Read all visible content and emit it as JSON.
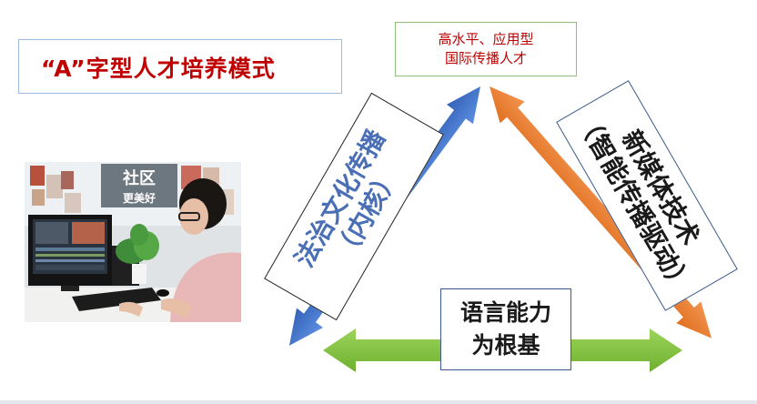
{
  "title": "“A”字型人才培养模式",
  "goal": {
    "line1": "高水平、应用型",
    "line2": "国际传播人才"
  },
  "left_arm": {
    "line1": "法治文化传播",
    "line2": "（内核）"
  },
  "right_arm": {
    "line1": "新媒体技术",
    "line2": "（智能传播驱动）"
  },
  "base": {
    "line1": "语言能力",
    "line2": "为根基"
  },
  "photo_sign": {
    "line1": "社区",
    "line2": "更美好"
  },
  "colors": {
    "title": "#c00000",
    "left_arrow": "#4472c4",
    "right_arrow": "#ed7d31",
    "base_arrow": "#7fc241"
  }
}
